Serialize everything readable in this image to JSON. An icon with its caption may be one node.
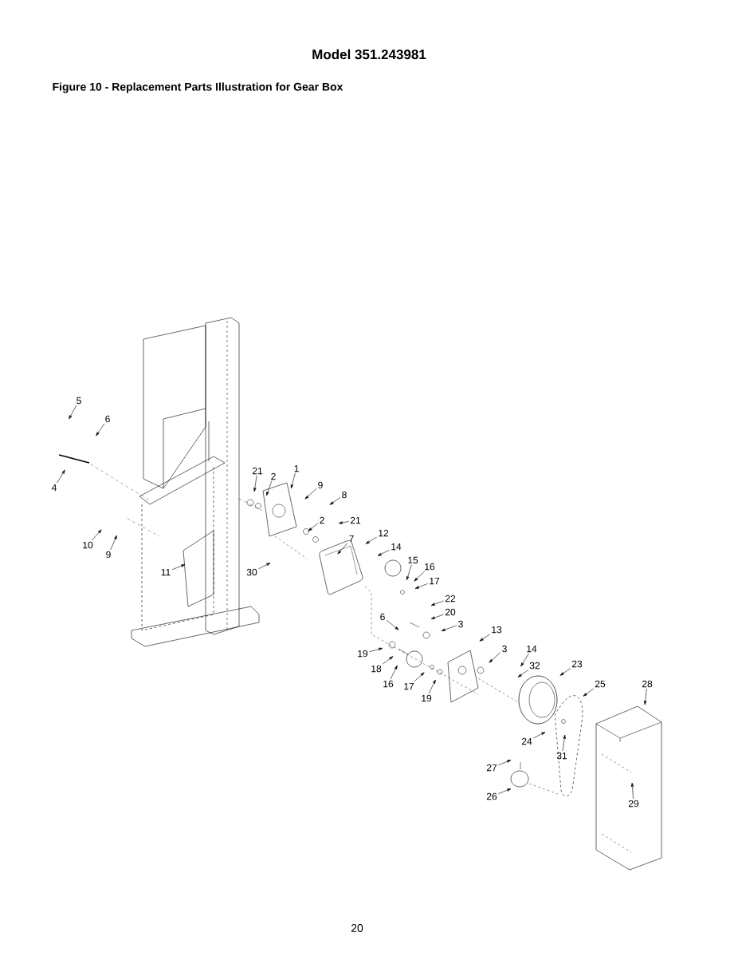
{
  "diagram": {
    "title": "Model 351.243981",
    "caption": "Figure 10 - Replacement Parts Illustration for Gear Box",
    "nodes": [
      {
        "text": [
          "5"
        ]
      },
      {
        "text": [
          "6"
        ]
      },
      {
        "text": [
          "4"
        ]
      },
      {
        "text": [
          "10"
        ]
      },
      {
        "text": [
          "9"
        ]
      },
      {
        "text": [
          "11"
        ]
      },
      {
        "text": [
          "21"
        ]
      },
      {
        "text": [
          "2"
        ]
      },
      {
        "text": [
          "1"
        ]
      },
      {
        "text": [
          "9"
        ]
      },
      {
        "text": [
          "8"
        ]
      },
      {
        "text": [
          "2"
        ]
      },
      {
        "text": [
          "21"
        ]
      },
      {
        "text": [
          "7"
        ]
      },
      {
        "text": [
          "12"
        ]
      },
      {
        "text": [
          "14"
        ]
      },
      {
        "text": [
          "15"
        ]
      },
      {
        "text": [
          "16"
        ]
      },
      {
        "text": [
          "17"
        ]
      },
      {
        "text": [
          "22"
        ]
      },
      {
        "text": [
          "20"
        ]
      },
      {
        "text": [
          "3"
        ]
      },
      {
        "text": [
          "6"
        ]
      },
      {
        "text": [
          "19"
        ]
      },
      {
        "text": [
          "18"
        ]
      },
      {
        "text": [
          "16"
        ]
      },
      {
        "text": [
          "17"
        ]
      },
      {
        "text": [
          "19"
        ]
      },
      {
        "text": [
          "13"
        ]
      },
      {
        "text": [
          "3"
        ]
      },
      {
        "text": [
          "14"
        ]
      },
      {
        "text": [
          "32"
        ]
      },
      {
        "text": [
          "23"
        ]
      },
      {
        "text": [
          "25"
        ]
      },
      {
        "text": [
          "28"
        ]
      },
      {
        "text": [
          "24"
        ]
      },
      {
        "text": [
          "31"
        ]
      },
      {
        "text": [
          "27"
        ]
      },
      {
        "text": [
          "26"
        ]
      },
      {
        "text": [
          "29"
        ]
      },
      {
        "text": [
          "30"
        ]
      }
    ],
    "edges": [
      {
        "from": 0,
        "to": null,
        "arrow": "to"
      },
      {
        "from": 1,
        "to": null,
        "arrow": "to"
      },
      {
        "from": 2,
        "to": null,
        "arrow": "to"
      },
      {
        "from": 3,
        "to": null,
        "arrow": "to"
      },
      {
        "from": 4,
        "to": null,
        "arrow": "to"
      },
      {
        "from": 5,
        "to": null,
        "arrow": "to"
      },
      {
        "from": 6,
        "to": null,
        "arrow": "to"
      },
      {
        "from": 7,
        "to": null,
        "arrow": "to"
      },
      {
        "from": 8,
        "to": null,
        "arrow": "to"
      },
      {
        "from": 9,
        "to": null,
        "arrow": "to"
      },
      {
        "from": 10,
        "to": null,
        "arrow": "to"
      },
      {
        "from": 11,
        "to": null,
        "arrow": "to"
      },
      {
        "from": 12,
        "to": null,
        "arrow": "to"
      },
      {
        "from": 13,
        "to": null,
        "arrow": "to"
      },
      {
        "from": 14,
        "to": null,
        "arrow": "to"
      },
      {
        "from": 15,
        "to": null,
        "arrow": "to"
      },
      {
        "from": 16,
        "to": null,
        "arrow": "to"
      },
      {
        "from": 17,
        "to": null,
        "arrow": "to"
      },
      {
        "from": 18,
        "to": null,
        "arrow": "to"
      },
      {
        "from": 19,
        "to": null,
        "arrow": "to"
      },
      {
        "from": 20,
        "to": null,
        "arrow": "to"
      },
      {
        "from": 21,
        "to": null,
        "arrow": "to"
      },
      {
        "from": 22,
        "to": null,
        "arrow": "to"
      },
      {
        "from": 23,
        "to": null,
        "arrow": "to"
      },
      {
        "from": 24,
        "to": null,
        "arrow": "to"
      },
      {
        "from": 25,
        "to": null,
        "arrow": "to"
      },
      {
        "from": 26,
        "to": null,
        "arrow": "to"
      },
      {
        "from": 27,
        "to": null,
        "arrow": "to"
      },
      {
        "from": 28,
        "to": null,
        "arrow": "to"
      },
      {
        "from": 29,
        "to": null,
        "arrow": "to"
      },
      {
        "from": 30,
        "to": null,
        "arrow": "to"
      },
      {
        "from": 31,
        "to": null,
        "arrow": "to"
      },
      {
        "from": 32,
        "to": null,
        "arrow": "to"
      },
      {
        "from": 33,
        "to": null,
        "arrow": "to"
      },
      {
        "from": 34,
        "to": null,
        "arrow": "to"
      },
      {
        "from": 35,
        "to": null,
        "arrow": "to"
      },
      {
        "from": 36,
        "to": null,
        "arrow": "to"
      },
      {
        "from": 37,
        "to": null,
        "arrow": "to"
      },
      {
        "from": 38,
        "to": null,
        "arrow": "to"
      },
      {
        "from": 39,
        "to": null,
        "arrow": "to"
      },
      {
        "from": 40,
        "to": null,
        "arrow": "to"
      }
    ],
    "labels": [
      "20"
    ]
  }
}
